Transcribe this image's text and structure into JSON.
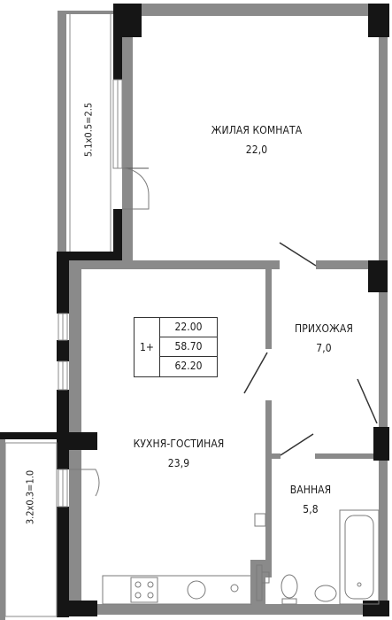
{
  "rooms": {
    "living_room": {
      "name": "ЖИЛАЯ КОМНАТА",
      "area": "22,0"
    },
    "hallway": {
      "name": "ПРИХОЖАЯ",
      "area": "7,0"
    },
    "kitchen_living": {
      "name": "КУХНЯ-ГОСТИНАЯ",
      "area": "23,9"
    },
    "bathroom": {
      "name": "ВАННАЯ",
      "area": "5,8"
    }
  },
  "balconies": {
    "top": {
      "label": "5.1х0.5=2.5"
    },
    "bottom": {
      "label": "3.2х0.3=1.0"
    }
  },
  "summary": {
    "rooms_count": "1+",
    "living_area": "22.00",
    "total_area": "58.70",
    "total_with_balconies": "62.20"
  },
  "colors": {
    "wall": "#8a8a8a",
    "column": "#151515",
    "text": "#1a1a1a"
  }
}
